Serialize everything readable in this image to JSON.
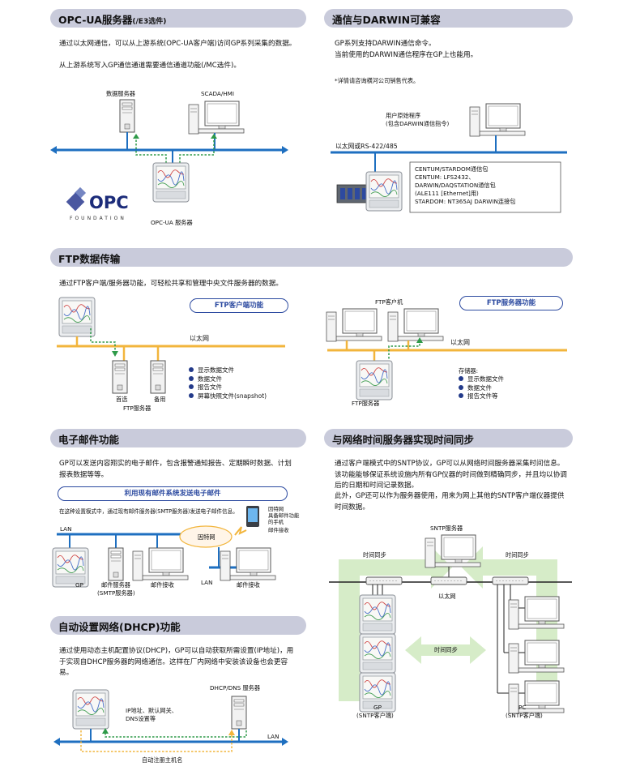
{
  "opcua": {
    "title": "OPC-UA服务器",
    "title_suffix": "(/E3选件)",
    "para1": "通过以太网通信，可以从上游系统(OPC-UA客户端)访问GP系列采集的数据。",
    "para2": "从上游系统写入GP通信通道需要通信通道功能(/MC选件)。",
    "label_data_server": "数据服务器",
    "label_scada": "SCADA/HMI",
    "label_opcua_server": "OPC-UA 服务器",
    "logo_text": "OPC",
    "logo_sub": "FOUNDATION"
  },
  "darwin": {
    "title": "通信与DARWIN可兼容",
    "para1": "GP系列支持DARWIN通信命令。",
    "para2": "当前使用的DARWIN通信程序在GP上也能用。",
    "note": "*详情请咨询横河公司销售代表。",
    "label_user_program_1": "用户原始程序",
    "label_user_program_2": "(包含DARWIN通信指令)",
    "label_network": "以太网或RS-422/485",
    "pkg_lines": [
      "CENTUM/STARDOM通信包",
      "CENTUM: LFS2432、",
      "DARWIN/DAQSTATION通信包",
      "(ALE111 [Ethernet]用)",
      "STARDOM: NT365AJ DARWIN连接包"
    ]
  },
  "ftp": {
    "title": "FTP数据传输",
    "desc": "通过FTP客户端/服务器功能，可轻松共享和管理中央文件服务器的数据。",
    "client_pill": "FTP客户端功能",
    "server_pill": "FTP服务器功能",
    "ethernet_left": "以太网",
    "ethernet_right": "以太网",
    "label_primary": "首选",
    "label_backup": "备用",
    "label_ftp_server_left": "FTP服务器",
    "label_ftp_client": "FTP客户机",
    "label_ftp_server_right": "FTP服务器",
    "left_list": [
      "显示数据文件",
      "数据文件",
      "报告文件",
      "屏幕快照文件(snapshot)"
    ],
    "storage_label": "存储器:",
    "right_list": [
      "显示数据文件",
      "数据文件",
      "报告文件等"
    ]
  },
  "email": {
    "title": "电子邮件功能",
    "para": "GP可以发送内容翔实的电子邮件，包含报警通知报告、定期瞬时数据、计划报表数据等等。",
    "pill": "利用现有邮件系统发送电子邮件",
    "note": "在这种设置模式中，通过现有邮件服务器(SMTP服务器)发送电子邮件信息。",
    "phone_1": "因特网",
    "phone_2": "具备邮件功能",
    "phone_3": "的手机",
    "phone_4": "邮件接收",
    "label_lan_1": "LAN",
    "label_internet": "因特网",
    "label_gp": "GP",
    "label_mail_server_1": "邮件服务器",
    "label_mail_server_2": "(SMTP服务器)",
    "label_mail_receive_1": "邮件接收",
    "label_lan_2": "LAN",
    "label_mail_receive_2": "邮件接收"
  },
  "sntp": {
    "title": "与网络时间服务器实现时间同步",
    "para1": "通过客户端模式中的SNTP协议，GP可以从网络时间服务器采集时间信息。该功能能够保证系统设施内所有GP仪器的时间做到精确同步，并且均以协调后的日期和时间记录数据。",
    "para2": "此外，GP还可以作为服务器使用，用来为网上其他的SNTP客户端仪器提供时间数据。",
    "label_sntp_server": "SNTP服务器",
    "label_time_sync_left": "时间同步",
    "label_time_sync_right": "时间同步",
    "label_ethernet": "以太网",
    "label_time_sync_mid": "时间同步",
    "label_gp": "GP",
    "label_gp_sub": "(SNTP客户端)",
    "label_pc": "PC",
    "label_pc_sub": "(SNTP客户端)"
  },
  "dhcp": {
    "title": "自动设置网络(DHCP)功能",
    "para": "通过使用动态主机配置协议(DHCP)，GP可以自动获取所需设置(IP地址)，用于实现自DHCP服务器的网络通信。这样在厂内网络中安装该设备也会更容易。",
    "label_server": "DHCP/DNS 服务器",
    "label_ip_1": "IP地址、默认网关、",
    "label_ip_2": "DNS设置等",
    "label_lan": "LAN",
    "label_register": "自动注册主机名"
  },
  "colors": {
    "header_bg": "#c9cbdb",
    "network_blue": "#1e6fc0",
    "network_orange": "#f2b53c",
    "arrow_green": "#2e9a48",
    "pill_blue": "#2c4aa0",
    "sync_green": "#d6ecc8"
  }
}
